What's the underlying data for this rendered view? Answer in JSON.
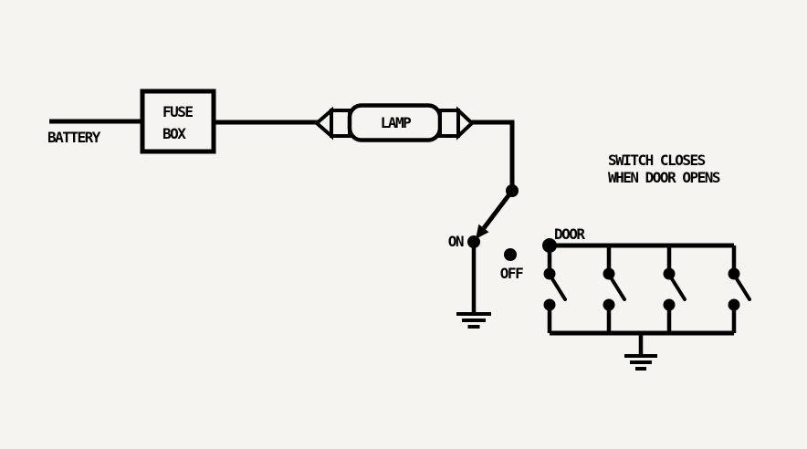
{
  "diagram": {
    "battery": {
      "label": "BATTERY"
    },
    "fuse_box": {
      "label_line1": "FUSE",
      "label_line2": "BOX"
    },
    "lamp": {
      "label": "LAMP"
    },
    "lamp_switch": {
      "on_label": "ON",
      "off_label": "OFF"
    },
    "door_switches": {
      "door_label": "DOOR",
      "note_line1": "SWITCH CLOSES",
      "note_line2": "WHEN DOOR OPENS",
      "switch_count": 4
    }
  },
  "colors": {
    "background": "#f5f4f0",
    "line": "#000000"
  }
}
